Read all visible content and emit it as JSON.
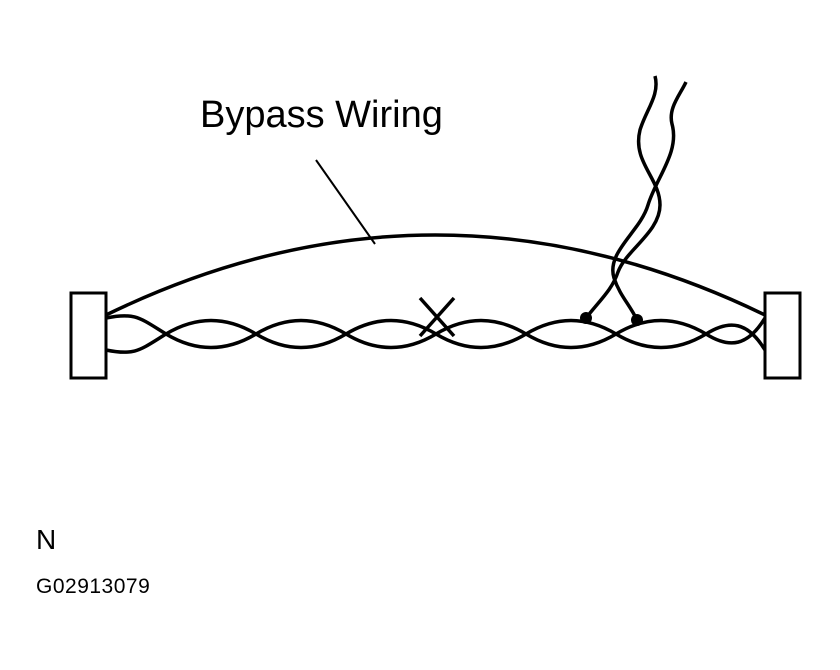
{
  "diagram": {
    "label": "Bypass Wiring",
    "view_marker": "N",
    "figure_code": "G02913079",
    "line_color": "#000000",
    "background_color": "#ffffff",
    "icons": {
      "break_mark": "x-mark-icon",
      "splice_point": "dot-icon"
    }
  }
}
